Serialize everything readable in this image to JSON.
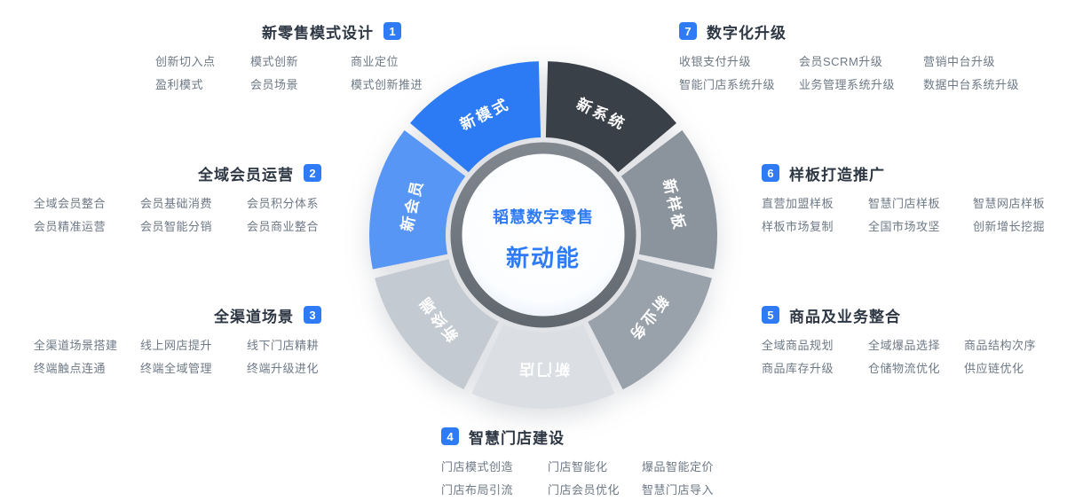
{
  "accent": "#2e7bf5",
  "center": {
    "line1": "韬慧数字零售",
    "line2": "新动能"
  },
  "wheel": {
    "segments": [
      {
        "label": "新系统",
        "color": "#3a4047",
        "text_color": "#ffffff"
      },
      {
        "label": "新样板",
        "color": "#8b939d",
        "text_color": "#ffffff"
      },
      {
        "label": "新业务",
        "color": "#99a1ab",
        "text_color": "#ffffff"
      },
      {
        "label": "新门店",
        "color": "#dbdfe4",
        "text_color": "#ffffff"
      },
      {
        "label": "新终端",
        "color": "#c4cad1",
        "text_color": "#ffffff"
      },
      {
        "label": "新会员",
        "color": "#5896f6",
        "text_color": "#ffffff"
      },
      {
        "label": "新模式",
        "color": "#2d7bf4",
        "text_color": "#ffffff"
      }
    ]
  },
  "sections": [
    {
      "num": "1",
      "title": "新零售模式设计",
      "items": [
        [
          "创新切入点",
          "模式创新",
          "商业定位"
        ],
        [
          "盈利模式",
          "会员场景",
          "模式创新推进"
        ]
      ]
    },
    {
      "num": "2",
      "title": "全域会员运营",
      "items": [
        [
          "全域会员整合",
          "会员基础消费",
          "会员积分体系"
        ],
        [
          "会员精准运营",
          "会员智能分销",
          "会员商业整合"
        ]
      ]
    },
    {
      "num": "3",
      "title": "全渠道场景",
      "items": [
        [
          "全渠道场景搭建",
          "线上网店提升",
          "线下门店精耕"
        ],
        [
          "终端触点连通",
          "终端全域管理",
          "终端升级进化"
        ]
      ]
    },
    {
      "num": "4",
      "title": "智慧门店建设",
      "items": [
        [
          "门店模式创造",
          "门店智能化",
          "爆品智能定价"
        ],
        [
          "门店布局引流",
          "门店会员优化",
          "智慧门店导入"
        ]
      ]
    },
    {
      "num": "5",
      "title": "商品及业务整合",
      "items": [
        [
          "全域商品规划",
          "全域爆品选择",
          "商品结构次序"
        ],
        [
          "商品库存升级",
          "仓储物流优化",
          "供应链优化"
        ]
      ]
    },
    {
      "num": "6",
      "title": "样板打造推广",
      "items": [
        [
          "直营加盟样板",
          "智慧门店样板",
          "智慧网店样板"
        ],
        [
          "样板市场复制",
          "全国市场攻坚",
          "创新增长挖掘"
        ]
      ]
    },
    {
      "num": "7",
      "title": "数字化升级",
      "items": [
        [
          "收银支付升级",
          "会员SCRM升级",
          "营销中台升级"
        ],
        [
          "智能门店系统升级",
          "业务管理系统升级",
          "数据中台系统升级"
        ]
      ]
    }
  ]
}
